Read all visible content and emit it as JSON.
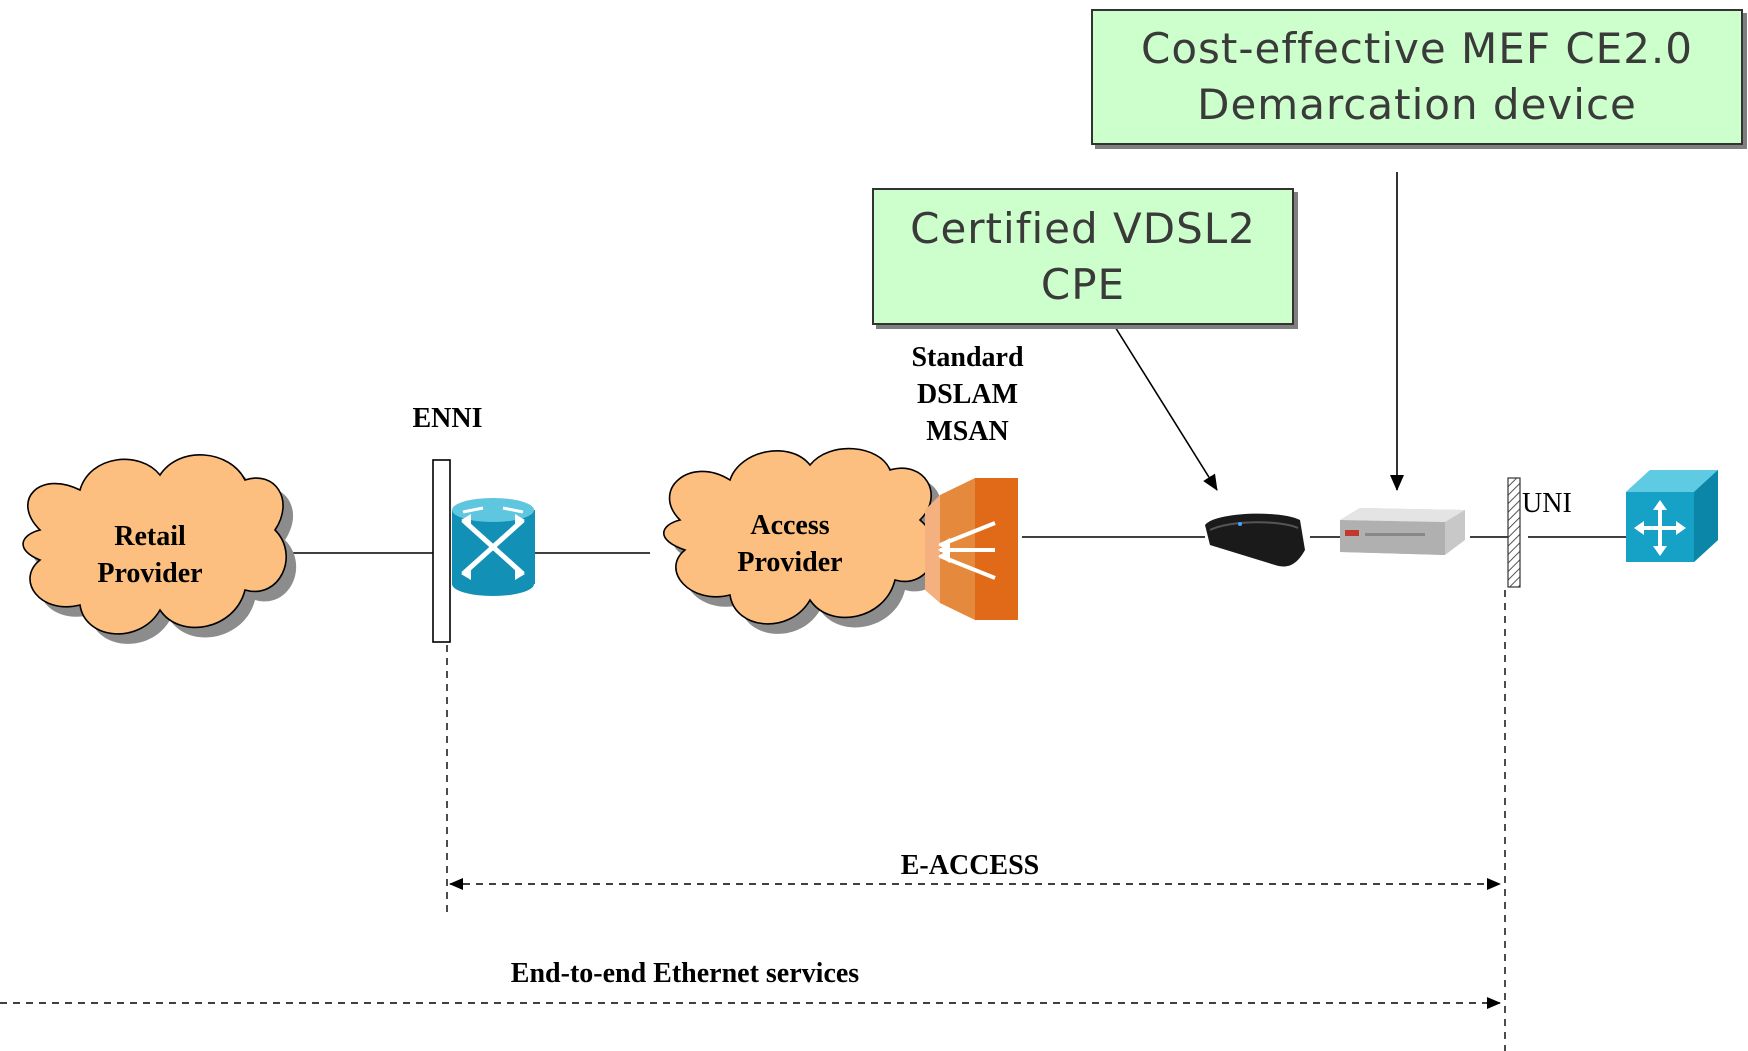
{
  "callouts": {
    "demarcation": {
      "line1": "Cost-effective MEF CE2.0",
      "line2": "Demarcation device"
    },
    "vdsl": {
      "line1": "Certified VDSL2",
      "line2": "CPE"
    }
  },
  "labels": {
    "enni": "ENNI",
    "dslam": {
      "line1": "Standard",
      "line2": "DSLAM",
      "line3": "MSAN"
    },
    "uni": "UNI",
    "e_access": "E-ACCESS",
    "end_to_end": "End-to-end Ethernet services"
  },
  "clouds": {
    "retail": {
      "line1": "Retail",
      "line2": "Provider"
    },
    "access": {
      "line1": "Access",
      "line2": "Provider"
    }
  },
  "colors": {
    "cloud_fill": "#fcbf80",
    "callout_fill": "#ccffcc",
    "router_blue": "#1aa4c9",
    "dslam_orange": "#e07020",
    "switch_blue": "#1aa4c9"
  },
  "icons": [
    "router-icon",
    "dslam-icon",
    "vdsl-modem-icon",
    "demarcation-device-icon",
    "ethernet-switch-icon"
  ]
}
